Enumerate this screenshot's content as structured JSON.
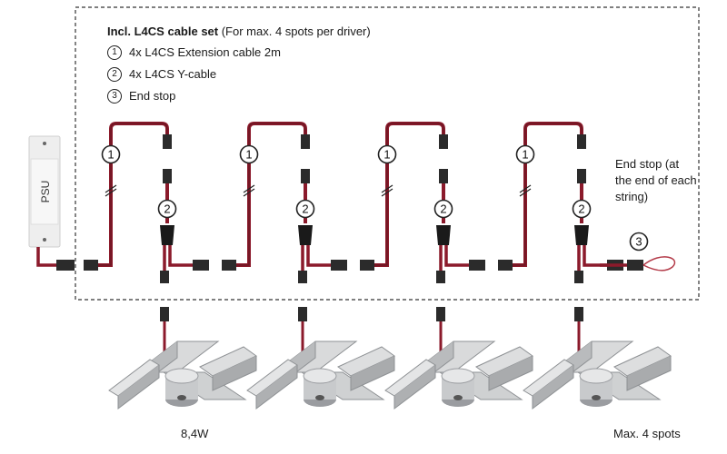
{
  "legend": {
    "title_bold": "Incl. L4CS cable set",
    "title_rest": " (For max. 4 spots per driver)",
    "items": [
      {
        "num": "1",
        "label": "4x L4CS Extension cable 2m"
      },
      {
        "num": "2",
        "label": "4x L4CS Y-cable"
      },
      {
        "num": "3",
        "label": "End stop"
      }
    ]
  },
  "psu": {
    "label": "PSU"
  },
  "callouts": {
    "extension": "1",
    "y_cable": "2",
    "end_stop": "3"
  },
  "end_stop_note": "End stop (at the end of each string)",
  "power_label": "8,4W",
  "max_label": "Max. 4 spots",
  "colors": {
    "cable": "#8b1a2b",
    "cable_dark": "#3a0d14",
    "connector": "#2b2b2b",
    "metal": "#c9cbcc",
    "metal_dark": "#8e9194",
    "psu": "#ececec",
    "border": "#333333"
  }
}
